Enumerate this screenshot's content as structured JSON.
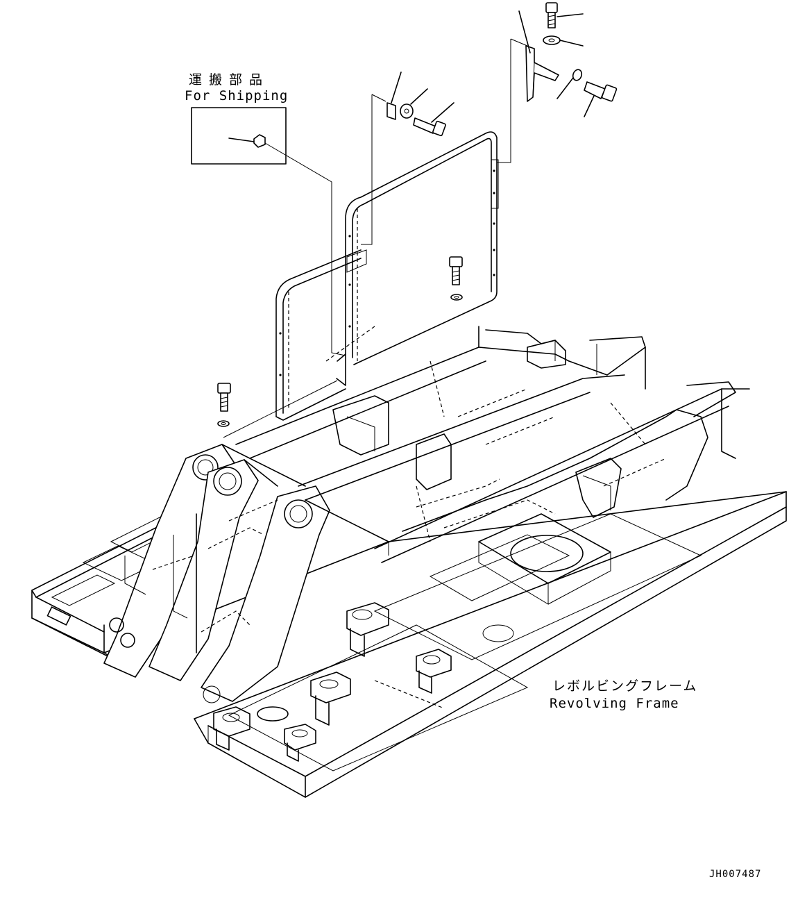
{
  "drawing": {
    "code": "JH007487"
  },
  "shipping_box": {
    "label_jp": "運搬部品",
    "label_en": "For Shipping"
  },
  "frame": {
    "label_jp": "レボルビングフレーム",
    "label_en": "Revolving Frame"
  }
}
